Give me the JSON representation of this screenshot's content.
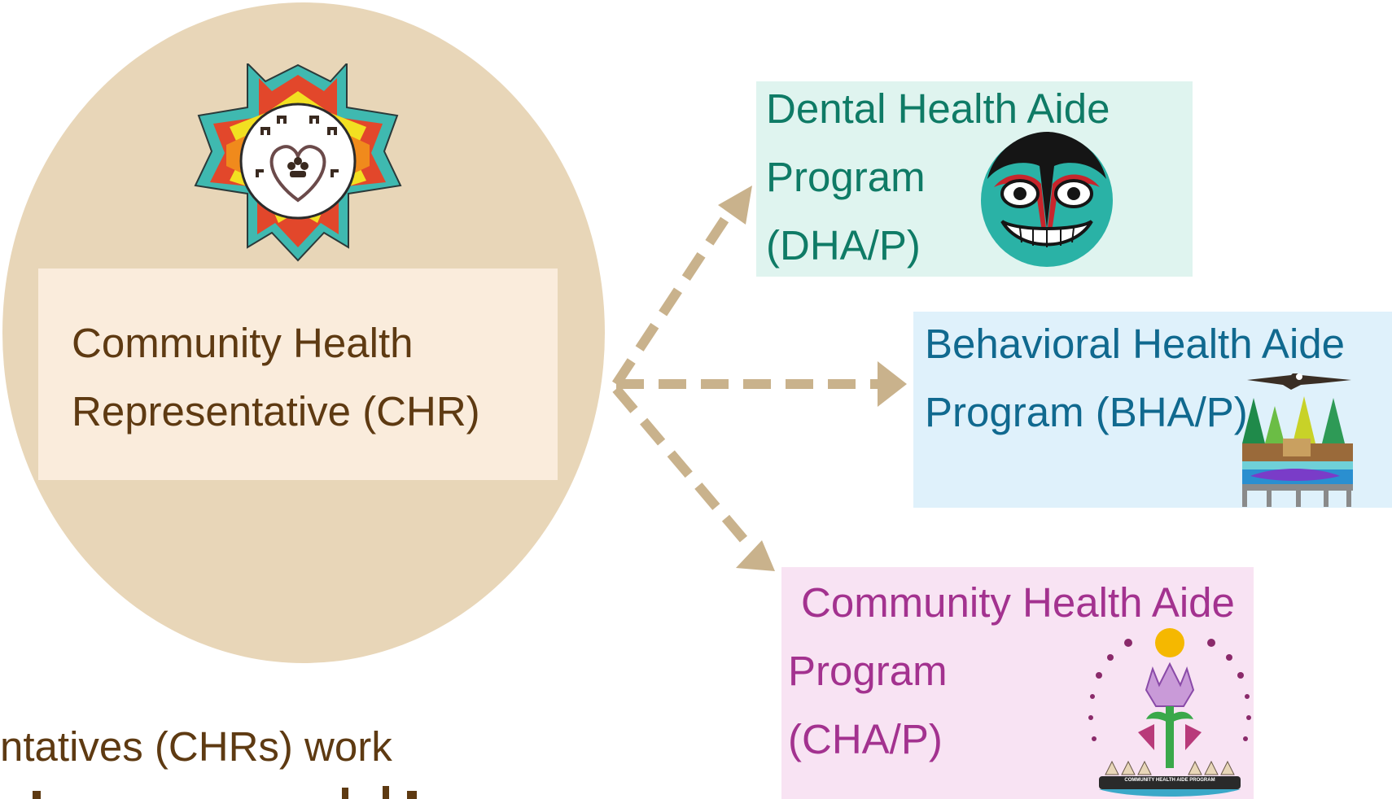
{
  "chr": {
    "line1": "Community Health",
    "line2": "Representative (CHR)"
  },
  "bottom_text": {
    "line1": "ntatives (CHRs) work"
  },
  "dha": {
    "line1": "Dental Health Aide",
    "line2": "Program",
    "line3": "(DHA/P)",
    "color": "#0f7b66"
  },
  "bha": {
    "line1": "Behavioral Health Aide",
    "line2": "Program (BHA/P)",
    "color": "#10698f"
  },
  "cha": {
    "line1": "Community Health Aide",
    "line2": "Program",
    "line3": "(CHA/P)",
    "logo_caption": "COMMUNITY HEALTH AIDE PROGRAM",
    "color": "#a3328f"
  },
  "arrow_color": "#c9b28c"
}
